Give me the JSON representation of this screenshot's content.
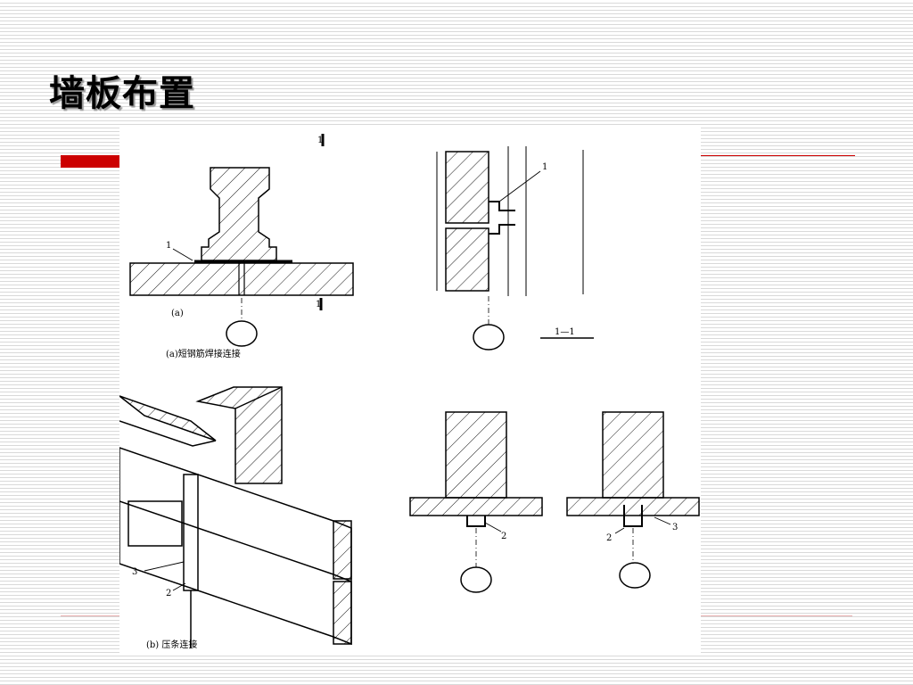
{
  "slide": {
    "title": "墙板布置"
  },
  "figure": {
    "caption_a_short": "(a)",
    "caption_a": "(a)短钢筋焊接连接",
    "caption_b": "(b) 压条连接",
    "section_mark": "1—1",
    "section_tag": "1",
    "labels": {
      "one": "1",
      "two": "2",
      "three": "3"
    }
  }
}
